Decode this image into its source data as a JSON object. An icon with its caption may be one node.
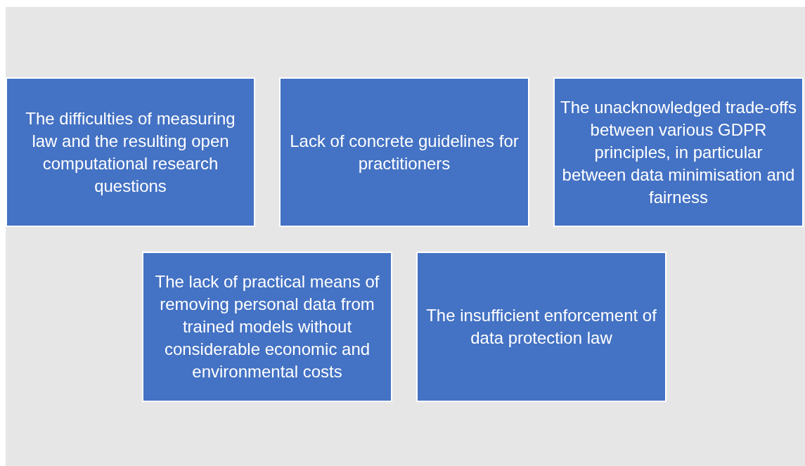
{
  "diagram": {
    "nodes": [
      {
        "text": [
          "The difficulties of measuring law and the resulting open computational research questions"
        ]
      },
      {
        "text": [
          "Lack of concrete guidelines for practitioners"
        ]
      },
      {
        "text": [
          "The unacknowledged trade-offs between various GDPR principles, in particular between data minimisation and fairness"
        ]
      },
      {
        "text": [
          "The lack of practical means of removing personal data from trained models without considerable economic and environmental costs"
        ]
      },
      {
        "text": [
          "The insufficient enforcement of data protection law"
        ]
      }
    ]
  }
}
